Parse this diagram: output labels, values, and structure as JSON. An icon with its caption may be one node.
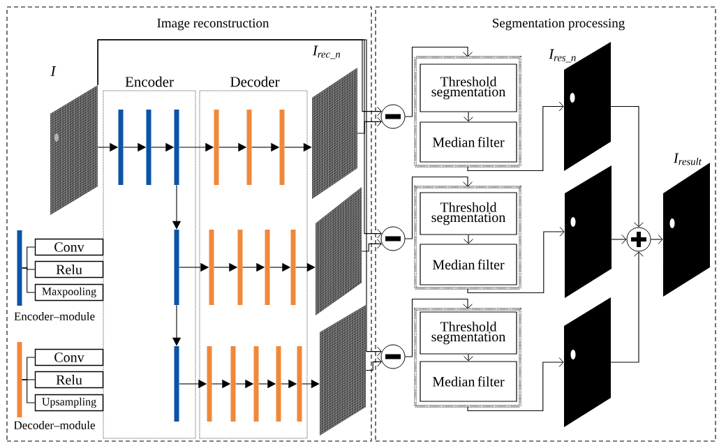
{
  "diagram": {
    "nodes": [
      {
        "text": [
          "Image reconstruction"
        ]
      },
      {
        "text": [
          "Segmentation processing"
        ]
      },
      {
        "text": [
          "Encoder"
        ],
        "in": 0
      },
      {
        "text": [
          "Decoder"
        ],
        "in": 0
      },
      {
        "text": [
          "I"
        ],
        "in": 0
      },
      {
        "text": [],
        "shape": "bar",
        "in": 2
      },
      {
        "text": [],
        "shape": "bar",
        "in": 2
      },
      {
        "text": [],
        "shape": "bar",
        "in": 2
      },
      {
        "text": [],
        "shape": "bar",
        "in": 2
      },
      {
        "text": [],
        "shape": "bar",
        "in": 2
      },
      {
        "text": [],
        "shape": "bar",
        "in": 3
      },
      {
        "text": [],
        "shape": "bar",
        "in": 3
      },
      {
        "text": [],
        "shape": "bar",
        "in": 3
      },
      {
        "text": [],
        "shape": "bar",
        "in": 3
      },
      {
        "text": [],
        "shape": "bar",
        "in": 3
      },
      {
        "text": [],
        "shape": "bar",
        "in": 3
      },
      {
        "text": [],
        "shape": "bar",
        "in": 3
      },
      {
        "text": [],
        "shape": "bar",
        "in": 3
      },
      {
        "text": [],
        "shape": "bar",
        "in": 3
      },
      {
        "text": [],
        "shape": "bar",
        "in": 3
      },
      {
        "text": [],
        "shape": "bar",
        "in": 3
      },
      {
        "text": [],
        "shape": "bar",
        "in": 3
      },
      {
        "text": [
          "I$_{rec_n}$"
        ],
        "in": 0
      },
      {
        "text": [],
        "shape": "picture",
        "in": 0
      },
      {
        "text": [],
        "shape": "picture",
        "in": 0
      },
      {
        "text": [],
        "shape": "bar",
        "beside": [
          "Encoder–module"
        ],
        "in": 0
      },
      {
        "text": [
          "Conv"
        ],
        "in": 0
      },
      {
        "text": [
          "Relu"
        ],
        "in": 0
      },
      {
        "text": [
          "Maxpooling"
        ],
        "in": 0
      },
      {
        "text": [],
        "shape": "bar",
        "beside": [
          "Decoder–module"
        ],
        "in": 0
      },
      {
        "text": [
          "Conv"
        ],
        "in": 0
      },
      {
        "text": [
          "Relu"
        ],
        "in": 0
      },
      {
        "text": [
          "Upsampling"
        ],
        "in": 0
      },
      {
        "text": [],
        "shape": "circle",
        "in": 1
      },
      {
        "text": [],
        "shape": "circle",
        "in": 1
      },
      {
        "text": [],
        "shape": "circle",
        "in": 1
      },
      {
        "text": [],
        "shape": "box",
        "in": 1
      },
      {
        "text": [
          "Threshold segmentation"
        ],
        "in": 36
      },
      {
        "text": [
          "Median filter"
        ],
        "in": 36
      },
      {
        "text": [],
        "shape": "box",
        "in": 1
      },
      {
        "text": [
          "Threshold segmentation"
        ],
        "in": 39
      },
      {
        "text": [
          "Median filter"
        ],
        "in": 39
      },
      {
        "text": [],
        "shape": "box",
        "in": 1
      },
      {
        "text": [
          "Threshold segmentation"
        ],
        "in": 42
      },
      {
        "text": [
          "Median filter"
        ],
        "in": 42
      },
      {
        "text": [
          "I$_{res_n}$"
        ],
        "in": 1
      },
      {
        "text": [],
        "shape": "picture",
        "in": 1
      },
      {
        "text": [],
        "shape": "picture",
        "in": 1
      },
      {
        "text": [],
        "shape": "circle",
        "in": 1
      },
      {
        "text": [
          "I$_{result}$"
        ],
        "in": 1
      }
    ],
    "edges": [
      {
        "from": 4,
        "to": 5,
        "arrow": "to"
      },
      {
        "from": 5,
        "to": 6,
        "arrow": "to"
      },
      {
        "from": 6,
        "to": 7,
        "arrow": "to"
      },
      {
        "from": 7,
        "to": 10,
        "arrow": "to"
      },
      {
        "from": 10,
        "to": 11,
        "arrow": "to"
      },
      {
        "from": 11,
        "to": 12,
        "arrow": "to"
      },
      {
        "from": 12,
        "to": 22,
        "arrow": "to"
      },
      {
        "from": 7,
        "to": 8,
        "arrow": "to"
      },
      {
        "from": 8,
        "to": 13,
        "arrow": "to"
      },
      {
        "from": 13,
        "to": 14,
        "arrow": "to"
      },
      {
        "from": 14,
        "to": 15,
        "arrow": "to"
      },
      {
        "from": 15,
        "to": 16,
        "arrow": "to"
      },
      {
        "from": 16,
        "to": 23,
        "arrow": "to"
      },
      {
        "from": 8,
        "to": 9,
        "arrow": "to"
      },
      {
        "from": 9,
        "to": 17,
        "arrow": "to"
      },
      {
        "from": 17,
        "to": 18,
        "arrow": "to"
      },
      {
        "from": 18,
        "to": 19,
        "arrow": "to"
      },
      {
        "from": 19,
        "to": 20,
        "arrow": "to"
      },
      {
        "from": 20,
        "to": 21,
        "arrow": "to"
      },
      {
        "from": 21,
        "to": 24,
        "arrow": "to"
      },
      {
        "from": 25,
        "to": 26,
        "arrow": "none"
      },
      {
        "from": 25,
        "to": 27,
        "arrow": "none"
      },
      {
        "from": 25,
        "to": 28,
        "arrow": "none"
      },
      {
        "from": 29,
        "to": 30,
        "arrow": "none"
      },
      {
        "from": 29,
        "to": 31,
        "arrow": "none"
      },
      {
        "from": 29,
        "to": 32,
        "arrow": "none"
      },
      {
        "from": 4,
        "to": 33,
        "arrow": "to"
      },
      {
        "from": 4,
        "to": 34,
        "arrow": "to"
      },
      {
        "from": 4,
        "to": 35,
        "arrow": "to"
      },
      {
        "from": 22,
        "to": 33,
        "arrow": "to"
      },
      {
        "from": 23,
        "to": 34,
        "arrow": "to"
      },
      {
        "from": 24,
        "to": 35,
        "arrow": "to"
      },
      {
        "from": 33,
        "to": 36,
        "arrow": "to"
      },
      {
        "from": 34,
        "to": 39,
        "arrow": "to"
      },
      {
        "from": 35,
        "to": 42,
        "arrow": "to"
      },
      {
        "from": 37,
        "to": 38,
        "arrow": "to"
      },
      {
        "from": 40,
        "to": 41,
        "arrow": "to"
      },
      {
        "from": 43,
        "to": 44,
        "arrow": "to"
      },
      {
        "from": 36,
        "to": 45,
        "arrow": "to"
      },
      {
        "from": 39,
        "to": 46,
        "arrow": "to"
      },
      {
        "from": 42,
        "to": 47,
        "arrow": "to"
      },
      {
        "from": 45,
        "to": 48,
        "arrow": "to"
      },
      {
        "from": 46,
        "to": 48,
        "arrow": "to"
      },
      {
        "from": 47,
        "to": 48,
        "arrow": "to"
      },
      {
        "from": 48,
        "to": 49,
        "arrow": "to"
      }
    ]
  }
}
